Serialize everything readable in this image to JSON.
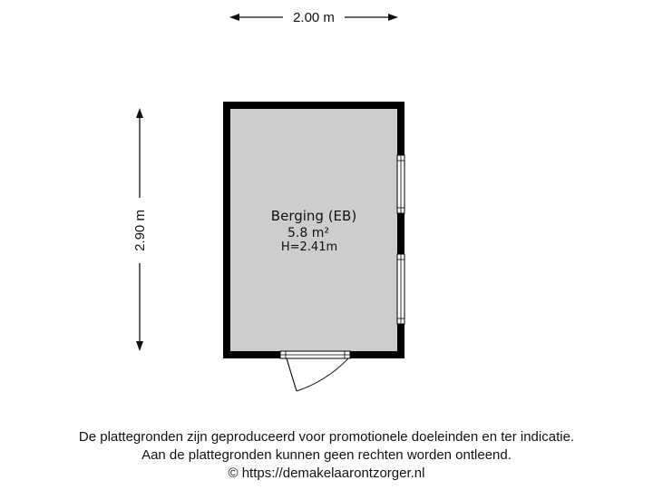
{
  "dimensions": {
    "width": "2.00 m",
    "height": "2.90 m"
  },
  "room": {
    "name": "Berging (EB)",
    "area": "5.8 m²",
    "ceiling_height": "H=2.41m"
  },
  "colors": {
    "wall": "#000000",
    "floor": "#cdcdcd",
    "window_frame": "#ffffff"
  },
  "disclaimer": {
    "line1": "De plattegronden zijn geproduceerd voor promotionele doeleinden en ter indicatie.",
    "line2": "Aan de plattegronden kunnen geen rechten worden ontleend.",
    "line3": "© https://demakelaarontzorger.nl"
  }
}
